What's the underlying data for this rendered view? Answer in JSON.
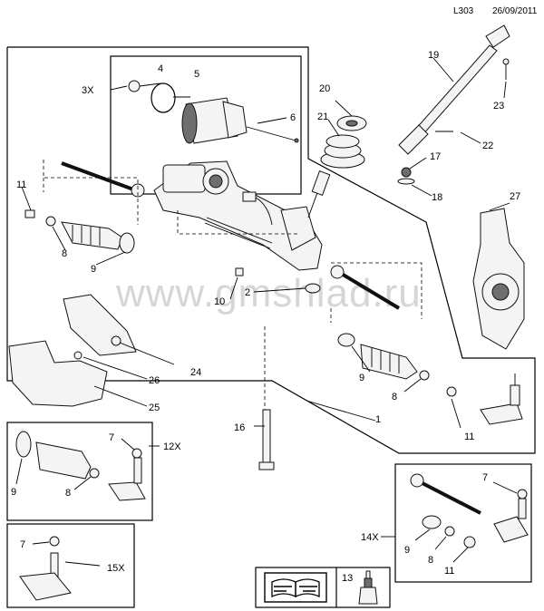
{
  "header": {
    "code": "L303",
    "date": "26/09/2011"
  },
  "watermark": "www.gmshlad.ru",
  "callouts": {
    "c1": "1",
    "c2": "2",
    "c3x": "3X",
    "c4": "4",
    "c5": "5",
    "c6": "6",
    "c7a": "7",
    "c7b": "7",
    "c7c": "7",
    "c8a": "8",
    "c8b": "8",
    "c8c": "8",
    "c8d": "8",
    "c9a": "9",
    "c9b": "9",
    "c9c": "9",
    "c9d": "9",
    "c10": "10",
    "c11a": "11",
    "c11b": "11",
    "c11c": "11",
    "c12x": "12X",
    "c13": "13",
    "c14x": "14X",
    "c15x": "15X",
    "c16": "16",
    "c17": "17",
    "c18": "18",
    "c19": "19",
    "c20": "20",
    "c21": "21",
    "c22": "22",
    "c23": "23",
    "c24": "24",
    "c25": "25",
    "c26": "26",
    "c27": "27"
  },
  "icons": {
    "book": "manual-book-icon"
  }
}
